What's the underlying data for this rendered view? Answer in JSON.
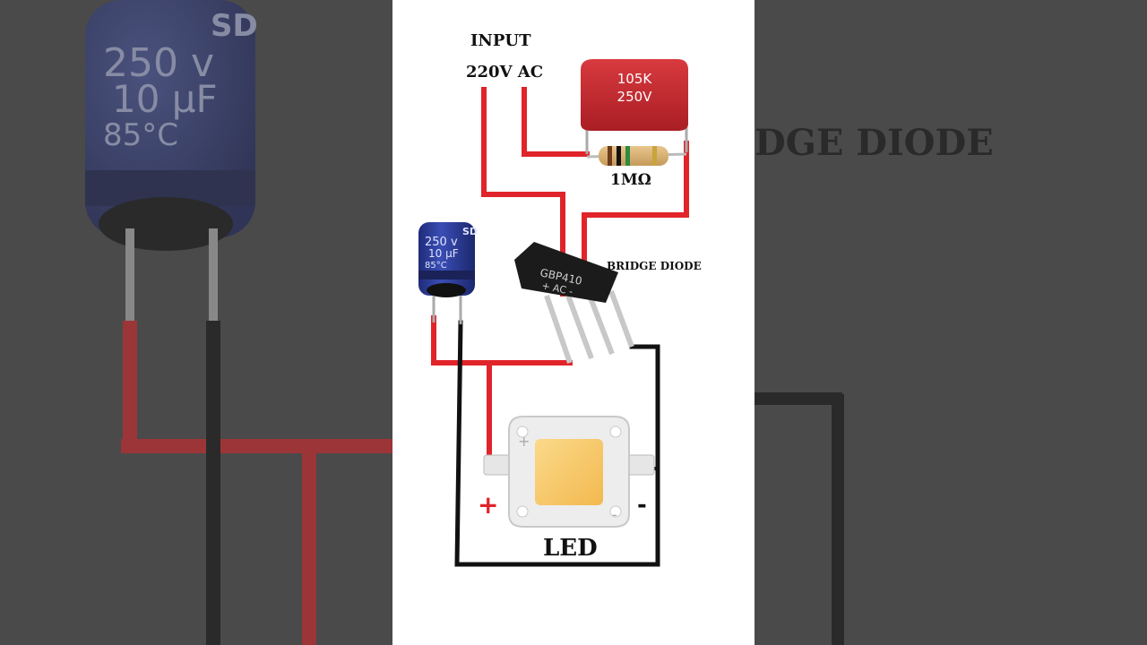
{
  "labels": {
    "input": "INPUT",
    "voltage": "220V AC",
    "resistor": "1MΩ",
    "bridge": "BRIDGE DIODE",
    "bridge_bg": "DGE DIODE",
    "led": "LED",
    "plus": "+",
    "minus": "-"
  },
  "film_capacitor": {
    "line1": "105K",
    "line2": "250V"
  },
  "electrolytic_capacitor": {
    "brand": "SD",
    "voltage": "250 v",
    "capacitance": "10 μF",
    "temp": "85°C"
  },
  "electrolytic_capacitor_bg": {
    "brand": "SD",
    "voltage": "250 v",
    "capacitance": "10 μF",
    "temp": "85°C"
  },
  "bridge_rectifier": {
    "marking": "GBP410",
    "pins": "+ AC -"
  },
  "colors": {
    "wire_red": "#e0242a",
    "wire_black": "#111111",
    "film_cap": "#c8272d",
    "elec_cap": "#2f3fa0",
    "led_chip": "#f7c86a",
    "background_side": "#4a4a4a",
    "panel": "#ffffff"
  }
}
